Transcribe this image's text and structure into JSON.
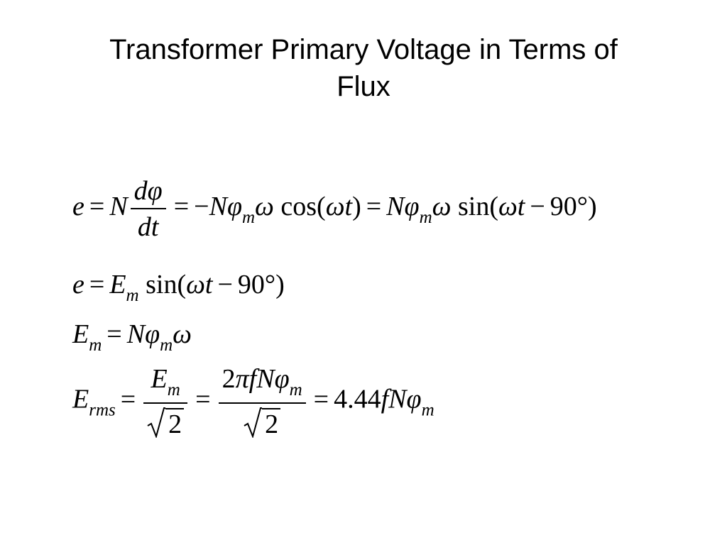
{
  "slide": {
    "title_line1": "Transformer Primary Voltage in Terms of",
    "title_line2": "Flux"
  },
  "equations": {
    "eq1": {
      "e": "e",
      "eq_a": "=",
      "N": "N",
      "frac_num": "dφ",
      "frac_den": "dt",
      "eq_b": "=",
      "minus": "−",
      "N2": "N",
      "phi": "φ",
      "m": "m",
      "omega": "ω",
      "cos": "cos(",
      "omega_t": "ωt",
      "close": ")",
      "eq_c": "=",
      "N3": "N",
      "phi2": "φ",
      "m2": "m",
      "omega2": "ω",
      "sin": "sin(",
      "omega_t2": "ωt",
      "minus2": "−",
      "deg": "90°)"
    },
    "eq2": {
      "e": "e",
      "eq": "=",
      "E": "E",
      "m": "m",
      "sin": "sin(",
      "omega_t": "ωt",
      "minus": "−",
      "deg": "90°)"
    },
    "eq3": {
      "E": "E",
      "m": "m",
      "eq": "=",
      "N": "N",
      "phi": "φ",
      "m2": "m",
      "omega": "ω"
    },
    "eq4": {
      "E": "E",
      "rms": "rms",
      "eq_a": "=",
      "f1_E": "E",
      "f1_m": "m",
      "f1_two": "2",
      "eq_b": "=",
      "f2_two": "2",
      "f2_pi": "π",
      "f2_f": "f",
      "f2_N": "N",
      "f2_phi": "φ",
      "f2_m": "m",
      "f2_den_two": "2",
      "eq_c": "=",
      "coef": "4.44",
      "f": "f",
      "N": "N",
      "phi": "φ",
      "m": "m"
    }
  }
}
